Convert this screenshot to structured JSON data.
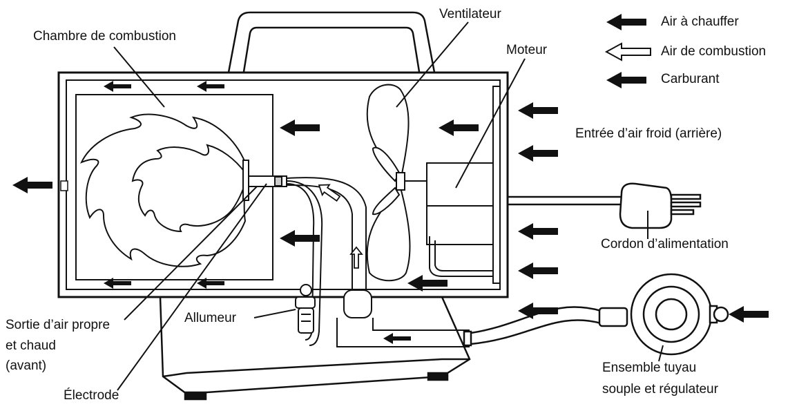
{
  "legend": {
    "air_heated": "Air à chauffer",
    "air_combustion": "Air de combustion",
    "fuel": "Carburant"
  },
  "labels": {
    "combustion_chamber": "Chambre de combustion",
    "fan": "Ventilateur",
    "motor": "Moteur",
    "cold_air_inlet": "Entrée d’air froid (arrière)",
    "power_cord": "Cordon d’alimentation",
    "hose_regulator_line1": "Ensemble tuyau",
    "hose_regulator_line2": "souple et régulateur",
    "hot_air_outlet_line1": "Sortie d’air propre",
    "hot_air_outlet_line2": "et chaud",
    "hot_air_outlet_line3": "(avant)",
    "igniter": "Allumeur",
    "electrode": "Électrode"
  },
  "colors": {
    "line": "#111111",
    "arrow_fill": "#111111",
    "background": "#ffffff"
  }
}
